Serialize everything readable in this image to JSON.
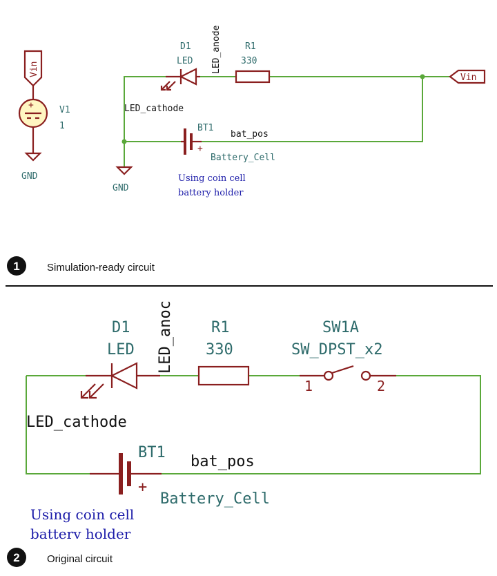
{
  "top_circuit": {
    "vin_source_label": "Vin",
    "vin_ref": "V1",
    "vin_value": "1",
    "gnd_left_label": "GND",
    "d1_ref": "D1",
    "d1_value": "LED",
    "net_led_anode": "LED_anode",
    "r1_ref": "R1",
    "r1_value": "330",
    "vin_port_label": "Vin",
    "net_led_cathode": "LED_cathode",
    "bt1_ref": "BT1",
    "bt1_value": "Battery_Cell",
    "net_bat_pos": "bat_pos",
    "gnd_label": "GND",
    "note_line1": "Using coin cell",
    "note_line2": "battery holder"
  },
  "caption_1": {
    "number": "1",
    "text": "Simulation-ready circuit"
  },
  "bottom_circuit": {
    "d1_ref": "D1",
    "d1_value": "LED",
    "net_led_anode": "LED_anoc",
    "r1_ref": "R1",
    "r1_value": "330",
    "sw_ref": "SW1A",
    "sw_value": "SW_DPST_x2",
    "sw_pin1": "1",
    "sw_pin2": "2",
    "net_led_cathode": "LED_cathode",
    "bt1_ref": "BT1",
    "bt1_value": "Battery_Cell",
    "net_bat_pos": "bat_pos",
    "note_line1": "Using coin cell",
    "note_line2": "batterv holder"
  },
  "caption_2": {
    "number": "2",
    "text": "Original circuit"
  },
  "colors": {
    "wire": "#5aa83a",
    "component": "#8a1f1f",
    "label_teal": "#2e6b6b",
    "note_blue": "#1a1aa8",
    "source_fill": "#fff6c2"
  }
}
